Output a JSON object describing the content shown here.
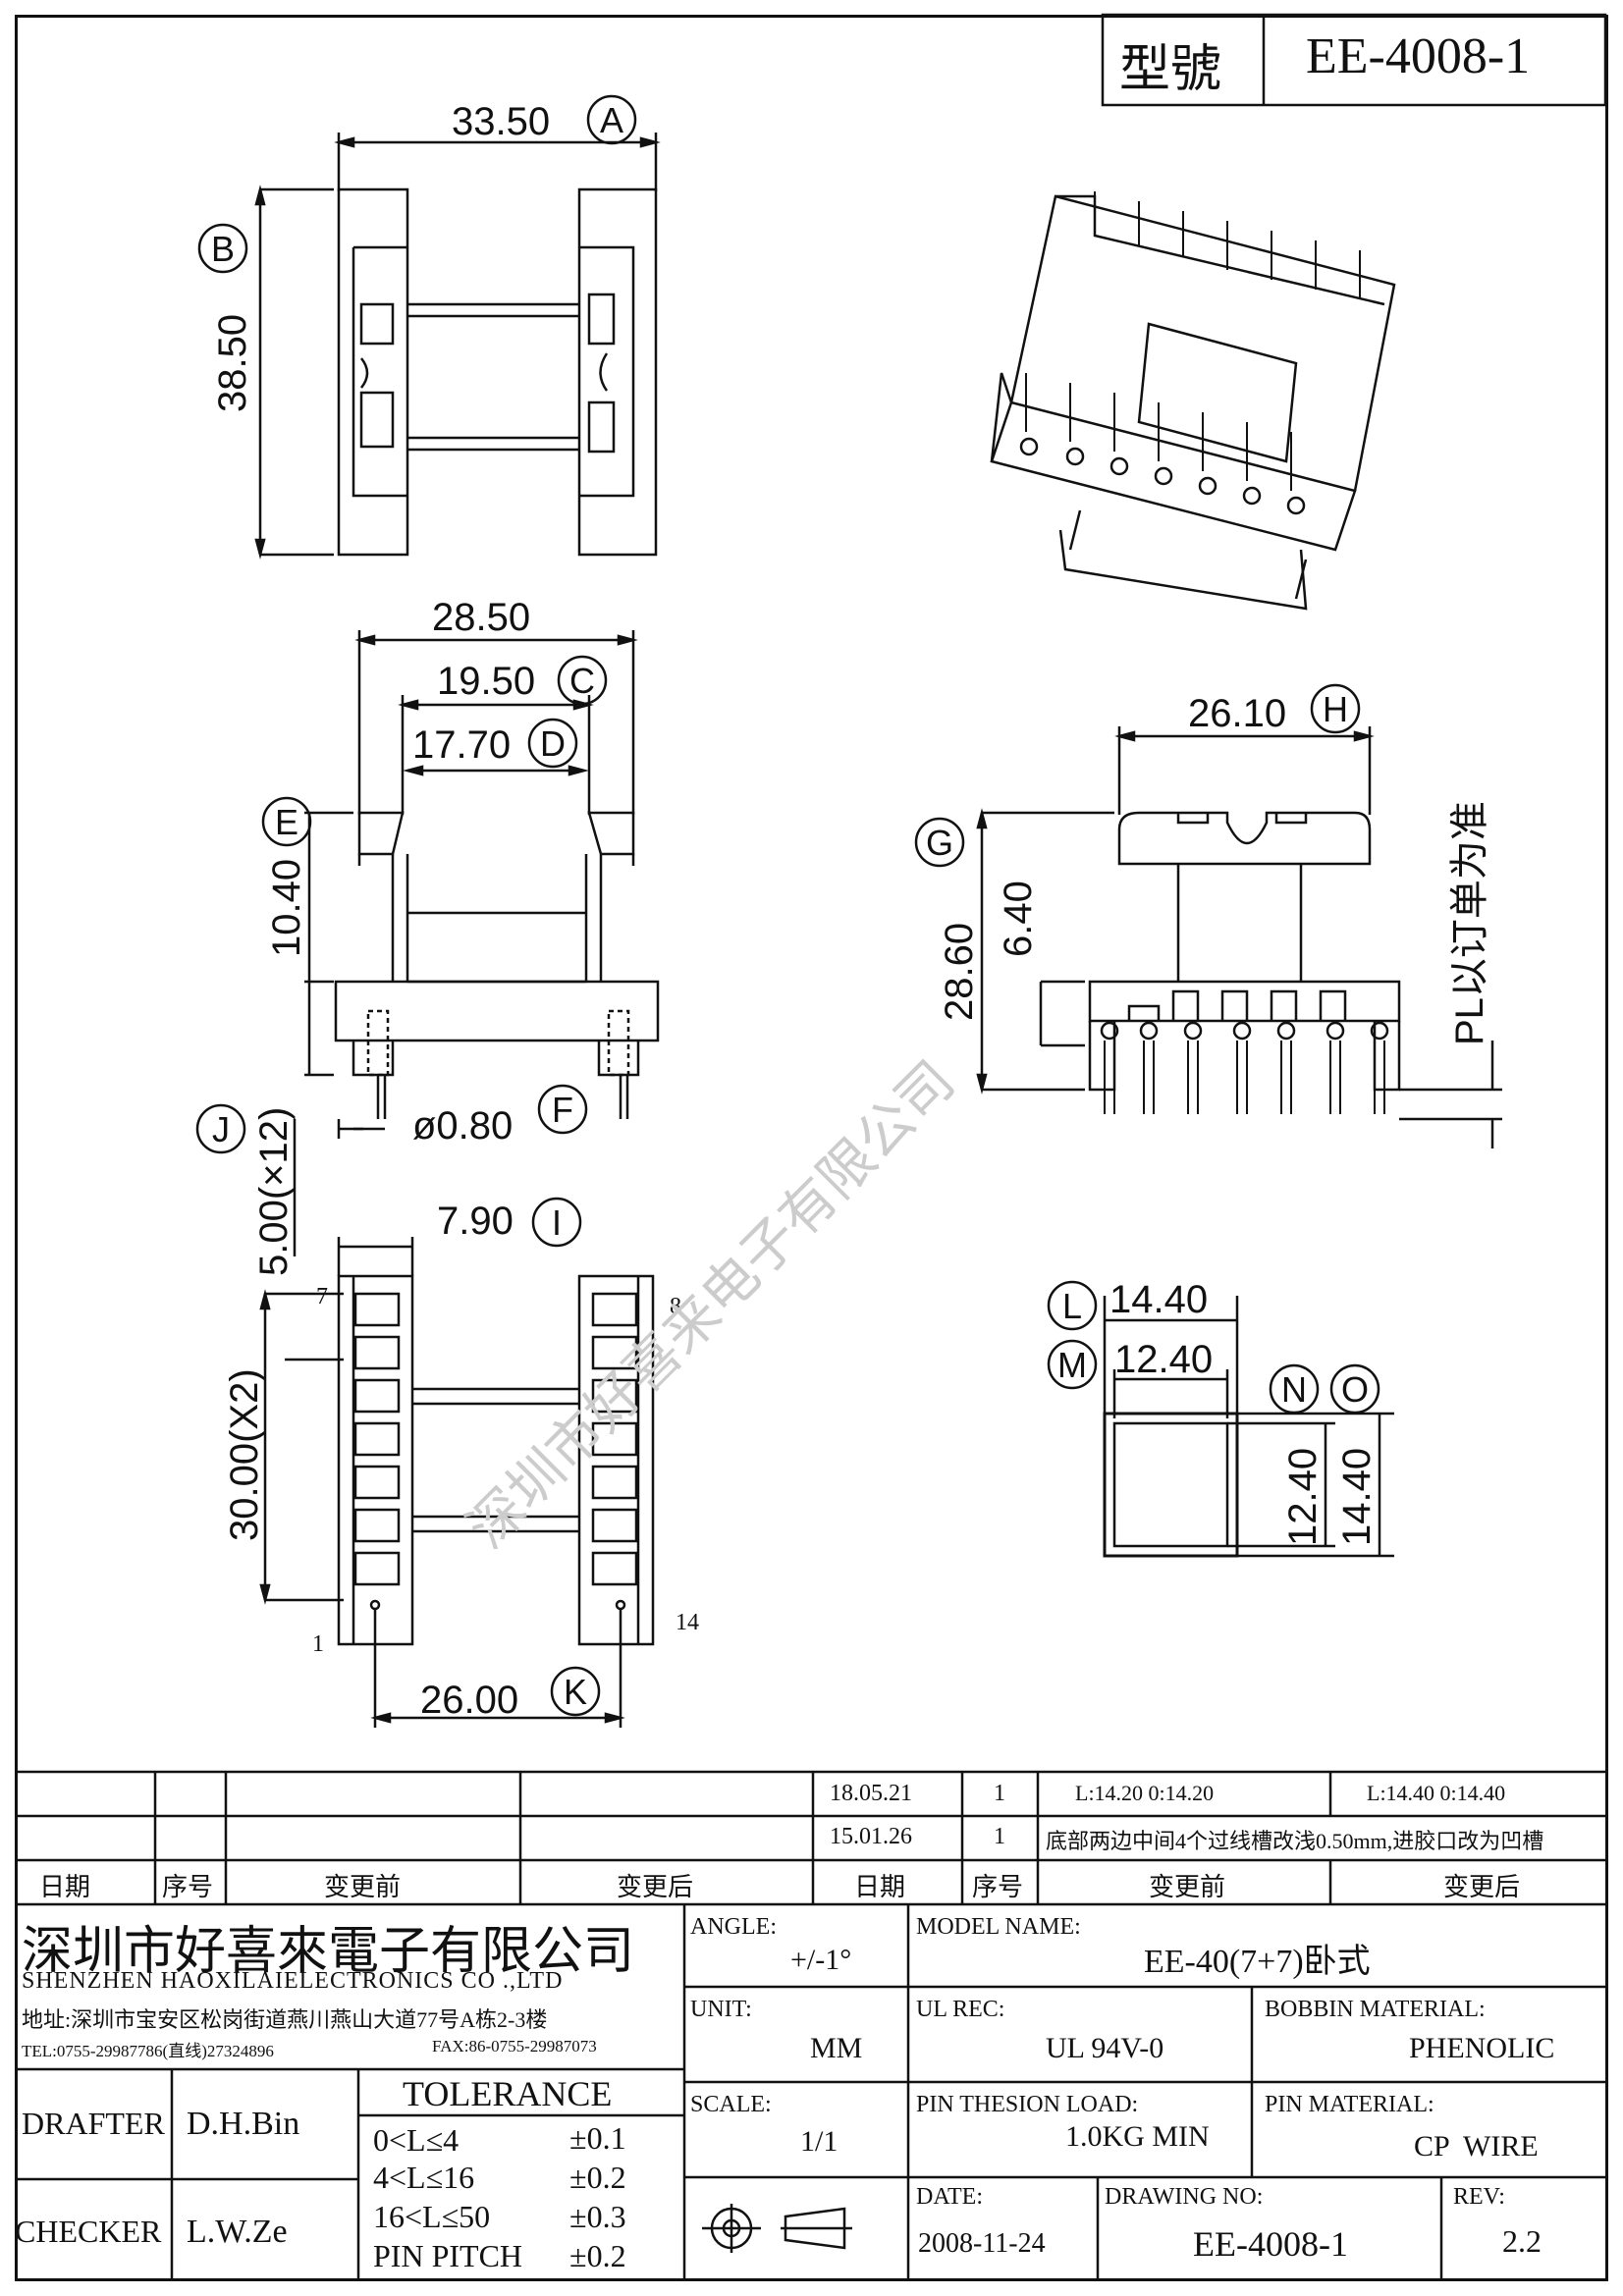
{
  "header": {
    "model_label": "型號",
    "model_value": "EE-4008-1"
  },
  "dims": {
    "a": "33.50",
    "b": "38.50",
    "c": "19.50",
    "d": "17.70",
    "d_top": "28.50",
    "e": "10.40",
    "f": "ø0.80",
    "j": "5.00(×12)",
    "i": "7.90",
    "pin_span": "30.00(X2)",
    "k": "26.00",
    "h": "26.10",
    "g": "28.60",
    "g2": "6.40",
    "l": "14.40",
    "m": "12.40",
    "n": "12.40",
    "o": "14.40",
    "pl_note": "PL以订单为准"
  },
  "letters": [
    "A",
    "B",
    "C",
    "D",
    "E",
    "F",
    "G",
    "H",
    "I",
    "J",
    "K",
    "L",
    "M",
    "N",
    "O"
  ],
  "pins": {
    "p7": "7",
    "p8": "8",
    "p1": "1",
    "p14": "14"
  },
  "watermark": "深圳市好喜来电子有限公司",
  "revisions": [
    {
      "date": "18.05.21",
      "seq": "1",
      "before": "L:14.20   0:14.20",
      "after": "L:14.40   0:14.40"
    },
    {
      "date": "15.01.26",
      "seq": "1",
      "before": "底部两边中间4个过线槽改浅0.50mm,进胶口改为凹槽",
      "after": ""
    }
  ],
  "rev_headers": {
    "date": "日期",
    "seq": "序号",
    "before": "变更前",
    "after": "变更后"
  },
  "company": {
    "name_cn": "深圳市好喜來電子有限公司",
    "name_en": "SHENZHEN HAOXILAIELECTRONICS CO .,LTD",
    "address": "地址:深圳市宝安区松岗街道燕川燕山大道77号A栋2-3楼",
    "tel": "TEL:0755-29987786(直线)27324896",
    "fax": "FAX:86-0755-29987073"
  },
  "people": {
    "drafter_label": "DRAFTER",
    "drafter": "D.H.Bin",
    "checker_label": "CHECKER",
    "checker": "L.W.Ze"
  },
  "tolerance": {
    "title": "TOLERANCE",
    "rows": [
      {
        "range": "0<L≤4",
        "value": "±0.1"
      },
      {
        "range": "4<L≤16",
        "value": "±0.2"
      },
      {
        "range": "16<L≤50",
        "value": "±0.3"
      },
      {
        "range": "PIN PITCH",
        "value": "±0.2"
      }
    ]
  },
  "fields": {
    "angle_label": "ANGLE:",
    "angle": "+/-1°",
    "unit_label": "UNIT:",
    "unit": "MM",
    "scale_label": "SCALE:",
    "scale": "1/1",
    "model_name_label": "MODEL NAME:",
    "model_name": "EE-40(7+7)卧式",
    "ul_label": "UL REC:",
    "ul": "UL 94V-0",
    "bobbin_label": "BOBBIN MATERIAL:",
    "bobbin": "PHENOLIC",
    "pin_load_label": "PIN THESION LOAD:",
    "pin_load": "1.0KG MIN",
    "pin_mat_label": "PIN MATERIAL:",
    "pin_mat": "CP  WIRE",
    "date_label": "DATE:",
    "date": "2008-11-24",
    "drawing_label": "DRAWING NO:",
    "drawing": "EE-4008-1",
    "rev_label": "REV:",
    "rev": "2.2"
  }
}
